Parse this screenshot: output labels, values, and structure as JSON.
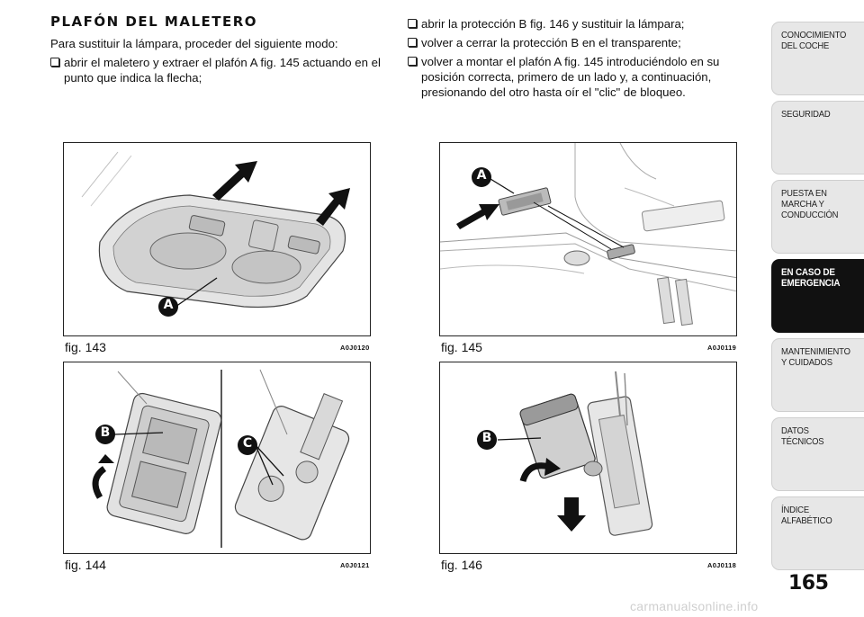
{
  "section": {
    "heading": "PLAFÓN DEL MALETERO",
    "intro": "Para sustituir la lámpara, proceder del siguiente modo:",
    "steps_left": [
      "abrir el maletero y extraer el plafón A fig. 145 actuando en el punto que indica la flecha;"
    ],
    "steps_right": [
      "abrir la protección B fig. 146 y sustituir la lámpara;",
      "volver a cerrar la protección B en el transparente;",
      "volver a montar el plafón A fig. 145 introduciéndolo en su posición correcta, primero de un lado y, a continuación, presionando del otro hasta oír el \"clic\" de bloqueo."
    ]
  },
  "figures": {
    "f143": {
      "caption": "fig. 143",
      "code": "A0J0120",
      "label": "A"
    },
    "f144": {
      "caption": "fig. 144",
      "code": "A0J0121",
      "label_b": "B",
      "label_c": "C"
    },
    "f145": {
      "caption": "fig. 145",
      "code": "A0J0119",
      "label": "A"
    },
    "f146": {
      "caption": "fig. 146",
      "code": "A0J0118",
      "label": "B"
    }
  },
  "tabs": [
    {
      "label": "CONOCIMIENTO DEL COCHE",
      "active": false
    },
    {
      "label": "SEGURIDAD",
      "active": false
    },
    {
      "label": "PUESTA EN MARCHA Y CONDUCCIÓN",
      "active": false
    },
    {
      "label": "EN CASO DE EMERGENCIA",
      "active": true
    },
    {
      "label": "MANTENIMIENTO Y CUIDADOS",
      "active": false
    },
    {
      "label": "DATOS TÉCNICOS",
      "active": false
    },
    {
      "label": "ÍNDICE ALFABÉTICO",
      "active": false
    }
  ],
  "page_number": "165",
  "watermark": "carmanualsonline.info",
  "colors": {
    "text": "#111111",
    "tab_bg": "#e7e7e7",
    "tab_active_bg": "#111111",
    "callout": "#111111"
  }
}
